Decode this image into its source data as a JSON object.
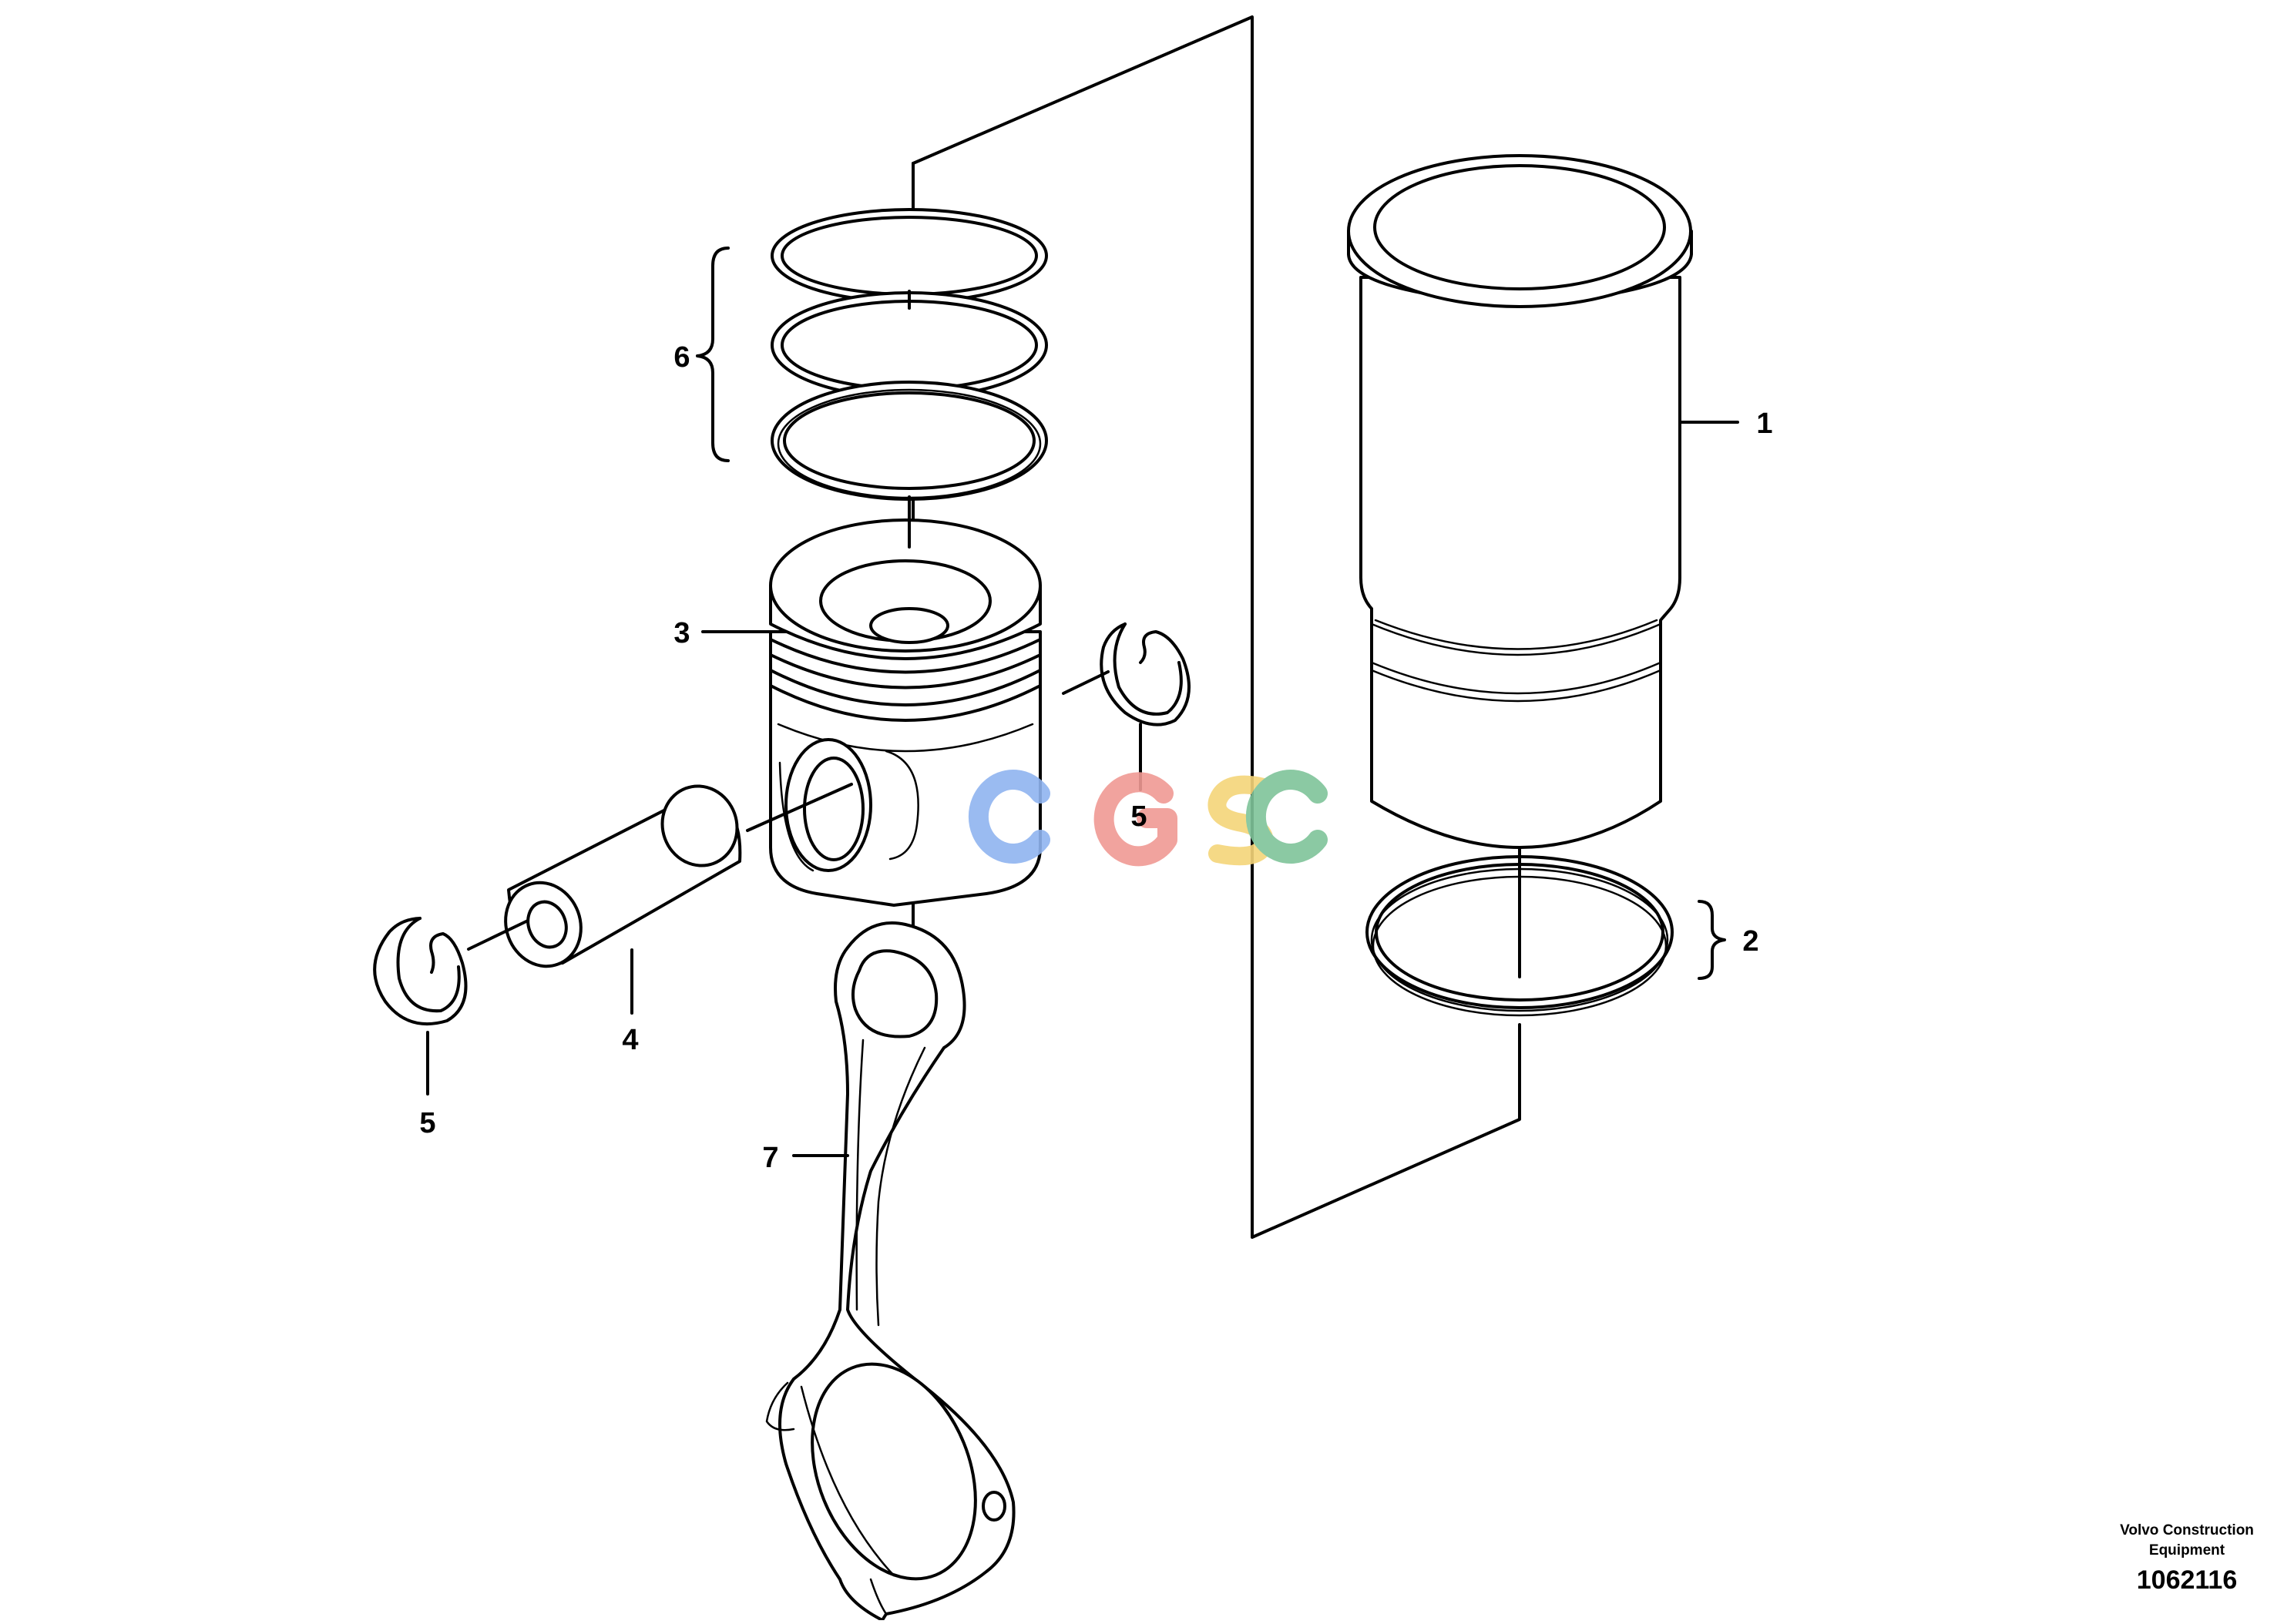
{
  "diagram": {
    "callouts": [
      {
        "id": "1",
        "label": "1"
      },
      {
        "id": "2",
        "label": "2"
      },
      {
        "id": "3",
        "label": "3"
      },
      {
        "id": "4",
        "label": "4"
      },
      {
        "id": "5a",
        "label": "5"
      },
      {
        "id": "5b",
        "label": "5"
      },
      {
        "id": "6",
        "label": "6"
      },
      {
        "id": "7",
        "label": "7"
      }
    ],
    "watermark": {
      "text": "CGSC",
      "colors": [
        "#8fb4f0",
        "#f09a94",
        "#f5d57a",
        "#7fc49a"
      ]
    }
  },
  "footer": {
    "company_line1": "Volvo Construction",
    "company_line2": "Equipment",
    "drawing_number": "1062116"
  }
}
